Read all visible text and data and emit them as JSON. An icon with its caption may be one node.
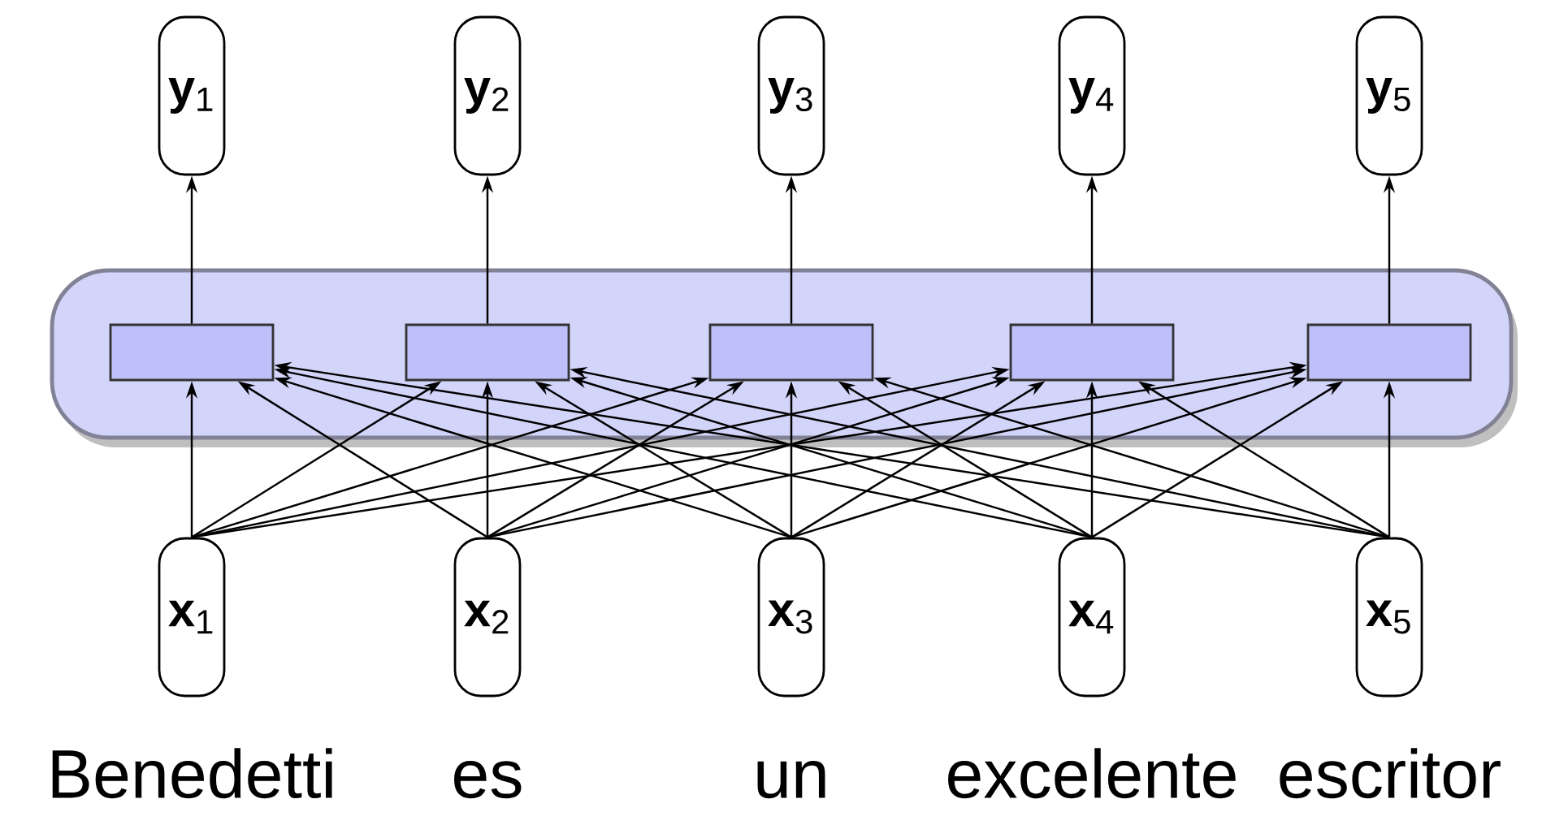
{
  "diagram": {
    "nodes": [
      {
        "text": [
          "**y**$_{1}$"
        ]
      },
      {
        "text": [
          "**y**$_{2}$"
        ]
      },
      {
        "text": [
          "**y**$_{3}$"
        ]
      },
      {
        "text": [
          "**y**$_{4}$"
        ]
      },
      {
        "text": [
          "**y**$_{5}$"
        ]
      },
      {
        "text": [],
        "shape": "box"
      },
      {
        "text": [],
        "shape": "box",
        "in": 5
      },
      {
        "text": [],
        "shape": "box",
        "in": 5
      },
      {
        "text": [],
        "shape": "box",
        "in": 5
      },
      {
        "text": [],
        "shape": "box",
        "in": 5
      },
      {
        "text": [],
        "shape": "box",
        "in": 5
      },
      {
        "text": [
          "**x**$_{1}$"
        ],
        "beside": [
          "Benedetti"
        ]
      },
      {
        "text": [
          "**x**$_{2}$"
        ],
        "beside": [
          "es"
        ]
      },
      {
        "text": [
          "**x**$_{3}$"
        ],
        "beside": [
          "un"
        ]
      },
      {
        "text": [
          "**x**$_{4}$"
        ],
        "beside": [
          "excelente"
        ]
      },
      {
        "text": [
          "**x**$_{5}$"
        ],
        "beside": [
          "escritor"
        ]
      }
    ],
    "edges": [
      {
        "from": 6,
        "to": 0,
        "arrow": "to"
      },
      {
        "from": 7,
        "to": 1,
        "arrow": "to"
      },
      {
        "from": 8,
        "to": 2,
        "arrow": "to"
      },
      {
        "from": 9,
        "to": 3,
        "arrow": "to"
      },
      {
        "from": 10,
        "to": 4,
        "arrow": "to"
      },
      {
        "from": 11,
        "to": 6,
        "arrow": "to"
      },
      {
        "from": 11,
        "to": 7,
        "arrow": "to"
      },
      {
        "from": 11,
        "to": 8,
        "arrow": "to"
      },
      {
        "from": 11,
        "to": 9,
        "arrow": "to"
      },
      {
        "from": 11,
        "to": 10,
        "arrow": "to"
      },
      {
        "from": 12,
        "to": 6,
        "arrow": "to"
      },
      {
        "from": 12,
        "to": 7,
        "arrow": "to"
      },
      {
        "from": 12,
        "to": 8,
        "arrow": "to"
      },
      {
        "from": 12,
        "to": 9,
        "arrow": "to"
      },
      {
        "from": 12,
        "to": 10,
        "arrow": "to"
      },
      {
        "from": 13,
        "to": 6,
        "arrow": "to"
      },
      {
        "from": 13,
        "to": 7,
        "arrow": "to"
      },
      {
        "from": 13,
        "to": 8,
        "arrow": "to"
      },
      {
        "from": 13,
        "to": 9,
        "arrow": "to"
      },
      {
        "from": 13,
        "to": 10,
        "arrow": "to"
      },
      {
        "from": 14,
        "to": 6,
        "arrow": "to"
      },
      {
        "from": 14,
        "to": 7,
        "arrow": "to"
      },
      {
        "from": 14,
        "to": 8,
        "arrow": "to"
      },
      {
        "from": 14,
        "to": 9,
        "arrow": "to"
      },
      {
        "from": 14,
        "to": 10,
        "arrow": "to"
      },
      {
        "from": 15,
        "to": 6,
        "arrow": "to"
      },
      {
        "from": 15,
        "to": 7,
        "arrow": "to"
      },
      {
        "from": 15,
        "to": 8,
        "arrow": "to"
      },
      {
        "from": 15,
        "to": 9,
        "arrow": "to"
      },
      {
        "from": 15,
        "to": 10,
        "arrow": "to"
      }
    ]
  }
}
